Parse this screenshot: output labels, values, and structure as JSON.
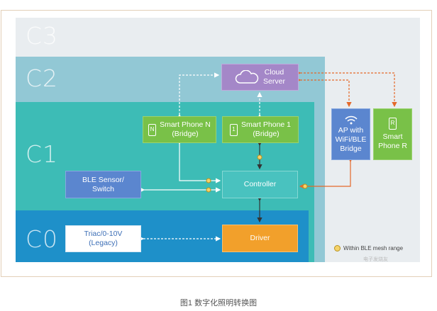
{
  "levels": {
    "c3": "C3",
    "c2": "C2",
    "c1": "C1",
    "c0": "C0"
  },
  "nodes": {
    "cloud_server": "Cloud\nServer",
    "smart_phone_n": "Smart Phone N\n(Bridge)",
    "smart_phone_1": "Smart Phone 1\n(Bridge)",
    "ble_sensor": "BLE Sensor/\nSwitch",
    "controller": "Controller",
    "triac": "Triac/0-10V\n(Legacy)",
    "driver": "Driver",
    "ap_bridge": "AP with\nWiFi/BLE\nBridge",
    "smart_phone_r": "Smart\nPhone R"
  },
  "icons": {
    "phone_n_letter": "N",
    "phone_1_letter": "1",
    "phone_r_letter": "R"
  },
  "legend": {
    "label": "Within BLE mesh range"
  },
  "watermark": "电子发烧友",
  "caption": "图1 数字化照明转换图"
}
